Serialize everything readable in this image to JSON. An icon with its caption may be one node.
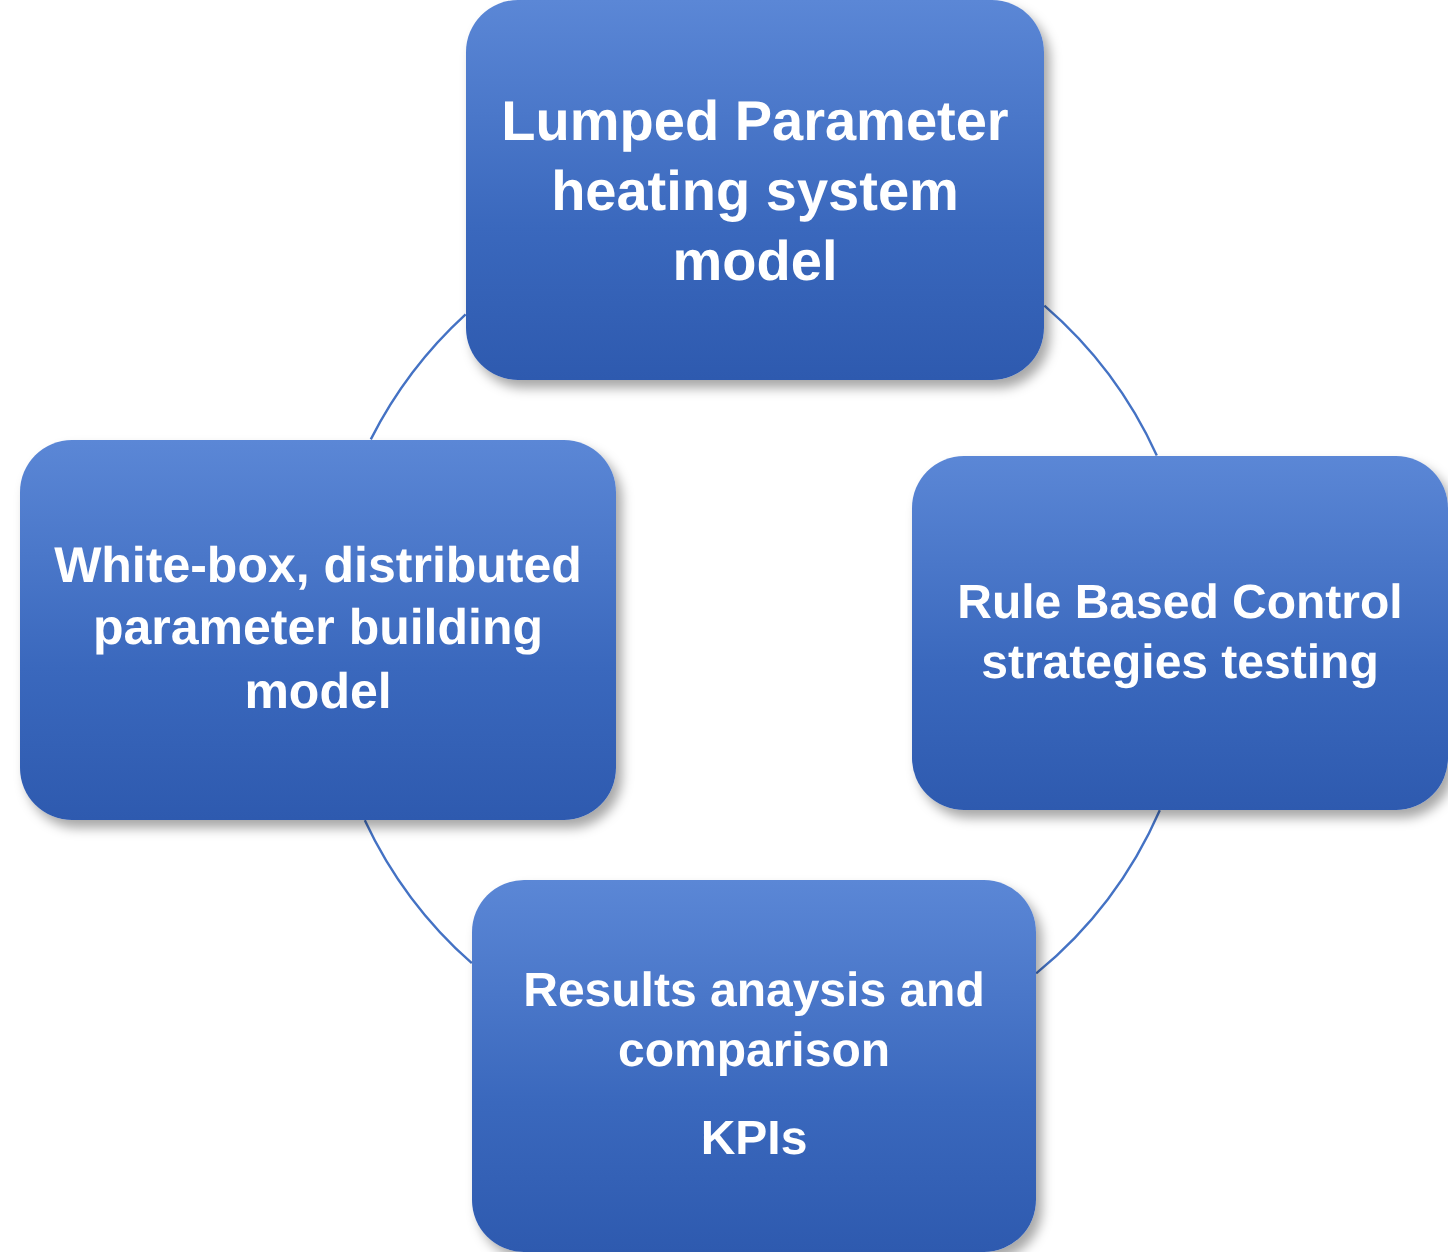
{
  "diagram": {
    "nodes": [
      {
        "text": [
          "Lumped Parameter heating system model"
        ]
      },
      {
        "text": [
          "Rule Based Control strategies testing"
        ]
      },
      {
        "text": [
          "Results anaysis and comparison",
          "KPIs"
        ]
      },
      {
        "text": [
          "White-box, distributed parameter building model"
        ]
      }
    ],
    "edges": [
      {
        "from": 0,
        "to": 1,
        "arrow": "none"
      },
      {
        "from": 1,
        "to": 2,
        "arrow": "none"
      },
      {
        "from": 2,
        "to": 3,
        "arrow": "none"
      },
      {
        "from": 3,
        "to": 0,
        "arrow": "none"
      }
    ]
  }
}
